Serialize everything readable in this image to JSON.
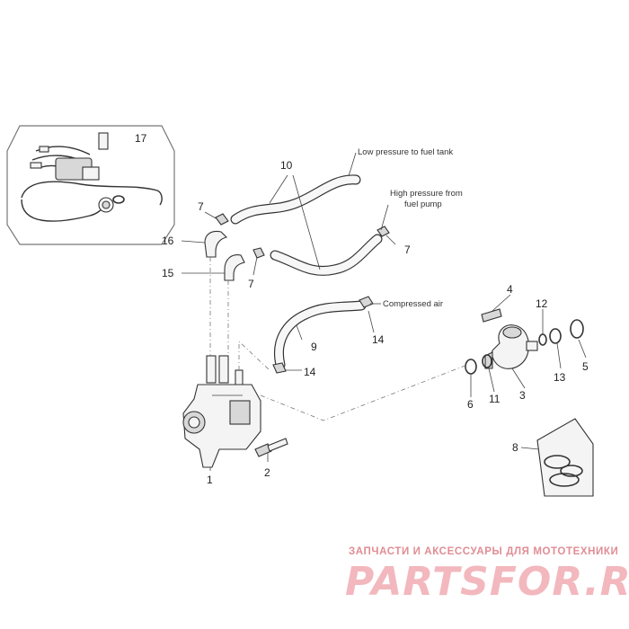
{
  "labels": {
    "low_pressure": "Low pressure to fuel tank",
    "high_pressure_l1": "High pressure from",
    "high_pressure_l2": "fuel pump",
    "compressed_air": "Compressed air"
  },
  "part_numbers": {
    "p1": "1",
    "p2": "2",
    "p3": "3",
    "p4": "4",
    "p5": "5",
    "p6": "6",
    "p7a": "7",
    "p7b": "7",
    "p7c": "7",
    "p8": "8",
    "p9": "9",
    "p10": "10",
    "p11": "11",
    "p12": "12",
    "p13": "13",
    "p14a": "14",
    "p14b": "14",
    "p15": "15",
    "p16": "16",
    "p17": "17"
  },
  "watermark": {
    "tagline": "ЗАПЧАСТИ И АКСЕССУАРЫ ДЛЯ МОТОТЕХНИКИ",
    "brand": "PARTSFOR.RU"
  }
}
